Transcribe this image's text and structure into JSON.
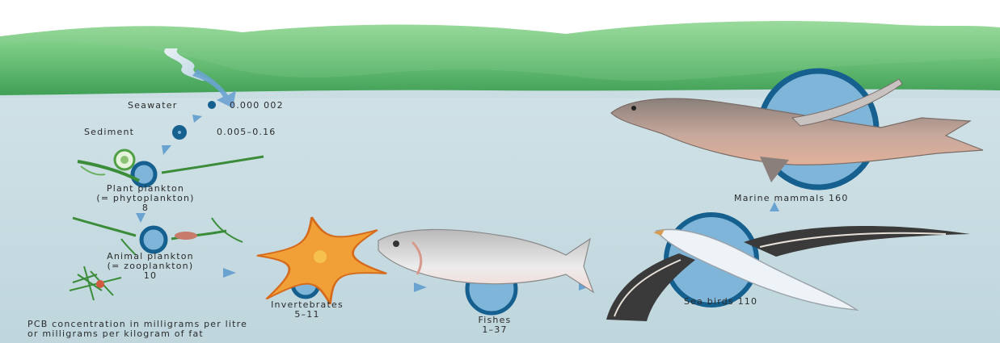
{
  "stages": {
    "seawater": {
      "name": "Seawater",
      "value": "0.000 002"
    },
    "sediment": {
      "name": "Sediment",
      "value": "0.005–0.16"
    },
    "plant_plankton": {
      "line1": "Plant plankton",
      "line2": "(= phytoplankton)",
      "value": "8"
    },
    "animal_plankton": {
      "line1": "Animal plankton",
      "line2": "(= zooplankton)",
      "value": "10"
    },
    "invertebrates": {
      "name": "Invertebrates",
      "value": "5–11"
    },
    "fishes": {
      "name": "Fishes",
      "value": "1–37"
    },
    "sea_birds": {
      "text": "Sea birds 110"
    },
    "marine_mammals": {
      "text": "Marine mammals 160"
    }
  },
  "caption": {
    "line1": "PCB concentration in milligrams per litre",
    "line2": "or milligrams per kilogram of fat"
  },
  "colors": {
    "sky": "#ffffff",
    "water": "#c9dde3",
    "hills": "#5cb46a",
    "circle_fill": "#7fb5d8",
    "circle_stroke": "#15608f",
    "arrow": "#6aa3d0"
  }
}
